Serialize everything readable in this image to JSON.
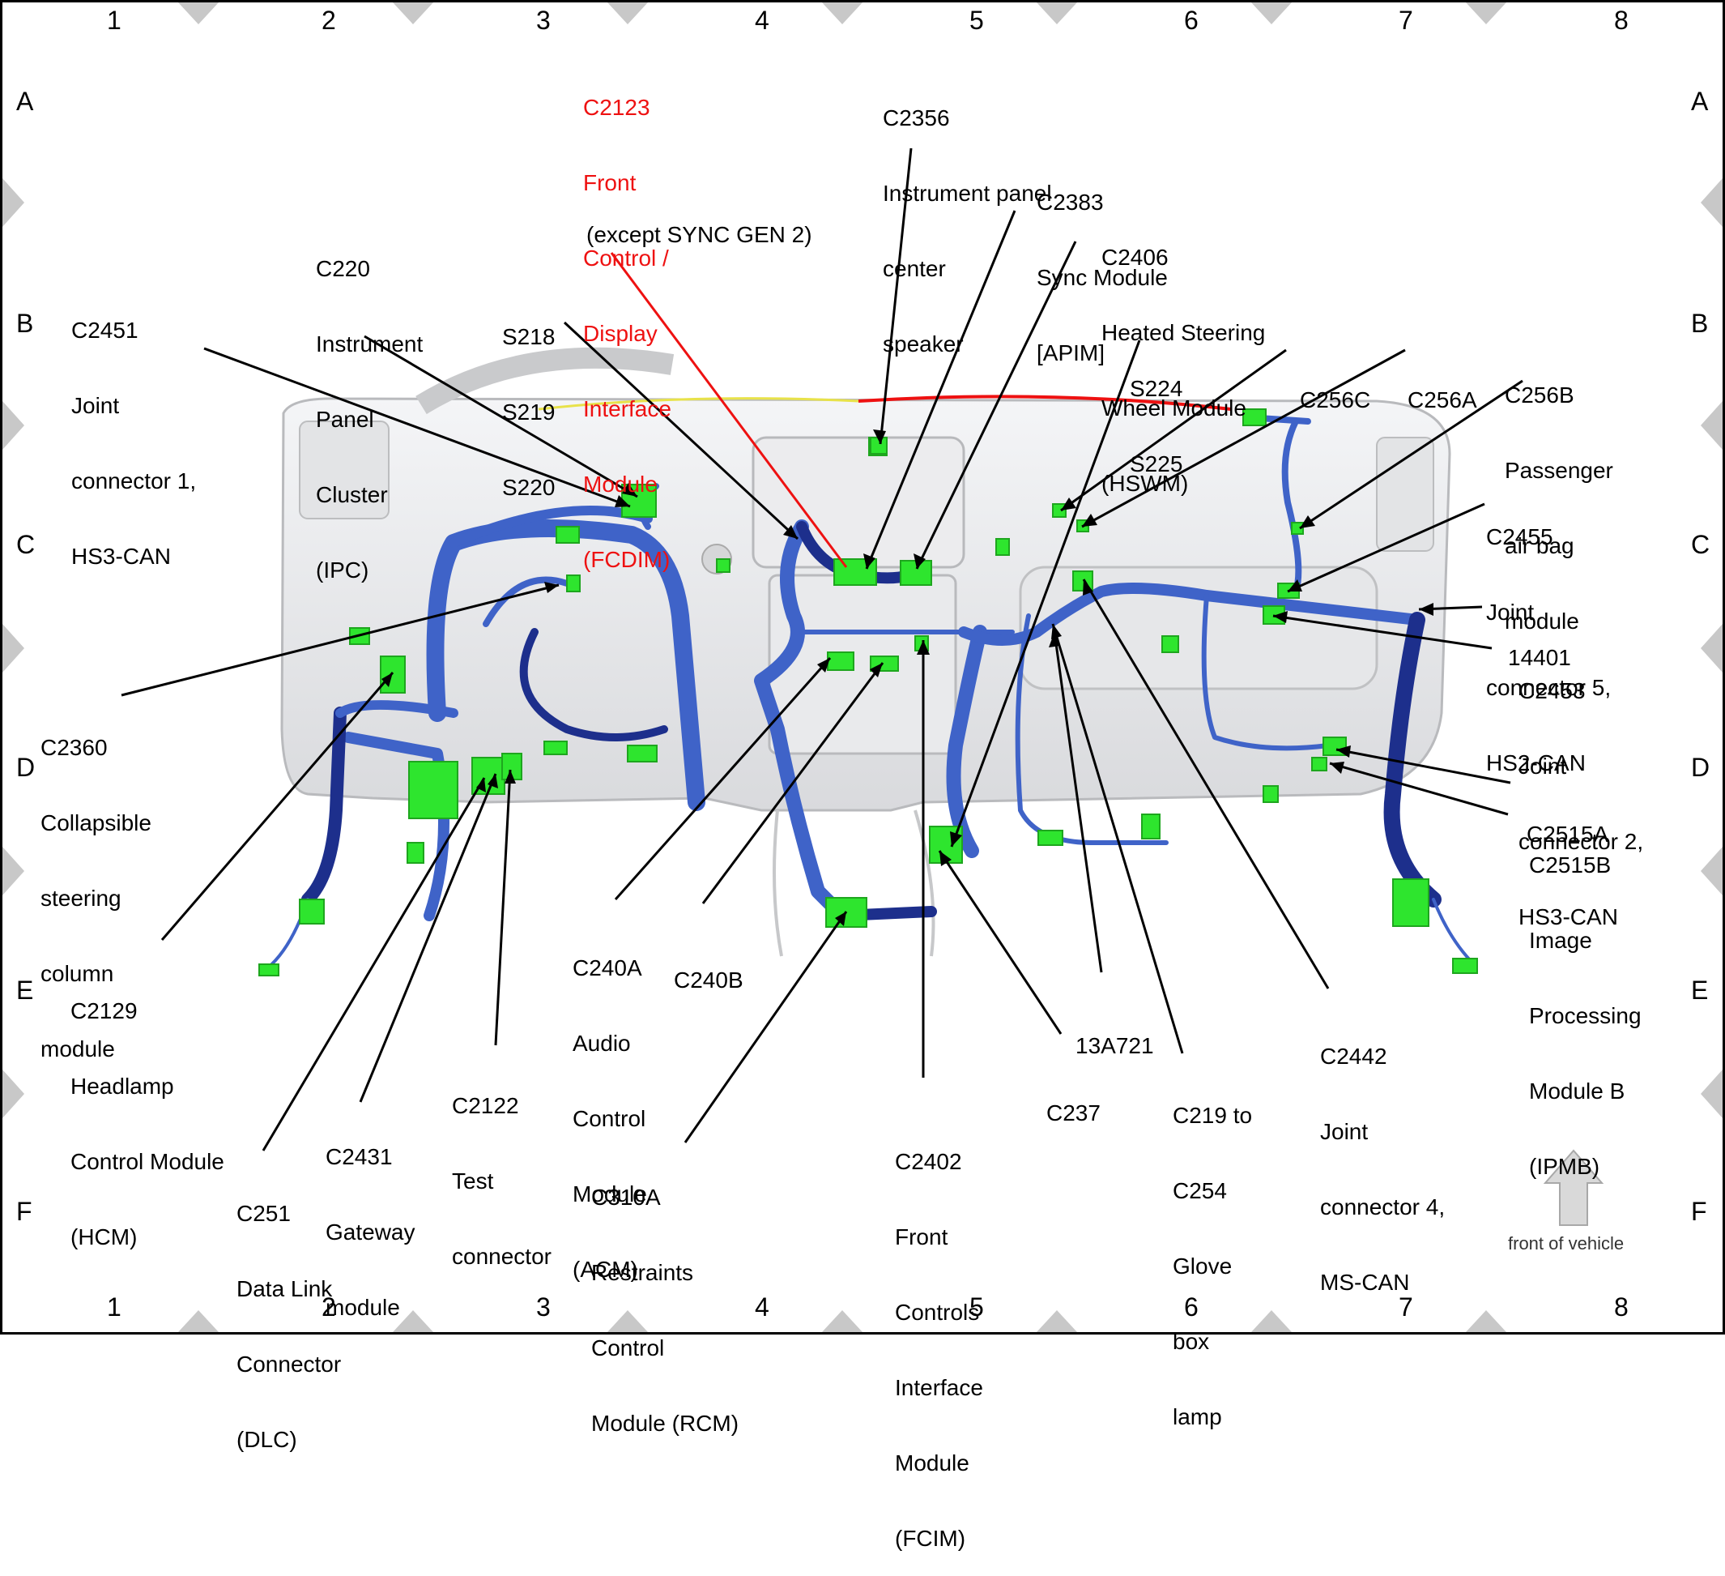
{
  "grid": {
    "columns": [
      "1",
      "2",
      "3",
      "4",
      "5",
      "6",
      "7",
      "8"
    ],
    "rows": [
      "A",
      "B",
      "C",
      "D",
      "E",
      "F"
    ]
  },
  "colors": {
    "harness": "#3f63c8",
    "harness_dark": "#1d2f8c",
    "connector": "#2ee52e",
    "highlight": "#ee1111",
    "dash": "#e2e3e5"
  },
  "orientation": {
    "label": "front of vehicle",
    "icon": "up-arrow-icon"
  },
  "labels": [
    {
      "id": "c2123",
      "lines": [
        "C2123",
        "Front",
        "Control /",
        "Display",
        "Interface",
        "Module",
        "(FCDIM)"
      ],
      "note": "(except SYNC GEN 2)",
      "highlight": true
    },
    {
      "id": "c2356",
      "lines": [
        "C2356",
        "Instrument panel",
        "center",
        "speaker"
      ]
    },
    {
      "id": "c2383",
      "lines": [
        "C2383",
        "Sync Module",
        "[APIM]"
      ]
    },
    {
      "id": "c2406",
      "lines": [
        "C2406",
        "Heated Steering",
        "Wheel Module",
        "(HSWM)"
      ]
    },
    {
      "id": "c220",
      "lines": [
        "C220",
        "Instrument",
        "Panel",
        "Cluster",
        "(IPC)"
      ]
    },
    {
      "id": "c2451",
      "lines": [
        "C2451",
        "Joint",
        "connector 1,",
        "HS3-CAN"
      ]
    },
    {
      "id": "s218",
      "lines": [
        "S218",
        "S219",
        "S220"
      ]
    },
    {
      "id": "s224",
      "lines": [
        "S224",
        "S225"
      ]
    },
    {
      "id": "c256c",
      "lines": [
        "C256C"
      ]
    },
    {
      "id": "c256a",
      "lines": [
        "C256A"
      ]
    },
    {
      "id": "c256b",
      "lines": [
        "C256B",
        "Passenger",
        "air bag",
        "module"
      ]
    },
    {
      "id": "c2455",
      "lines": [
        "C2455",
        "Joint",
        "connector 5,",
        "HS2-CAN"
      ]
    },
    {
      "id": "p14401",
      "lines": [
        "14401"
      ]
    },
    {
      "id": "c2453",
      "lines": [
        "C2453",
        "Joint",
        "connector 2,",
        "HS3-CAN"
      ]
    },
    {
      "id": "c2360",
      "lines": [
        "C2360",
        "Collapsible",
        "steering",
        "column",
        "module"
      ]
    },
    {
      "id": "c2515a",
      "lines": [
        "C2515A"
      ]
    },
    {
      "id": "c2515b",
      "lines": [
        "C2515B",
        "Image",
        "Processing",
        "Module B",
        "(IPMB)"
      ]
    },
    {
      "id": "c2129",
      "lines": [
        "C2129",
        "Headlamp",
        "Control Module",
        "(HCM)"
      ]
    },
    {
      "id": "c240a",
      "lines": [
        "C240A",
        "Audio",
        "Control",
        "Module",
        "(ACM)"
      ]
    },
    {
      "id": "c240b",
      "lines": [
        "C240B"
      ]
    },
    {
      "id": "c13a721",
      "lines": [
        "13A721"
      ]
    },
    {
      "id": "c2442",
      "lines": [
        "C2442",
        "Joint",
        "connector 4,",
        "MS-CAN"
      ]
    },
    {
      "id": "c2122",
      "lines": [
        "C2122",
        "Test",
        "connector"
      ]
    },
    {
      "id": "c237",
      "lines": [
        "C237"
      ]
    },
    {
      "id": "c219",
      "lines": [
        "C219 to",
        "C254",
        "Glove",
        "box",
        "lamp"
      ]
    },
    {
      "id": "c2431",
      "lines": [
        "C2431",
        "Gateway",
        "module"
      ]
    },
    {
      "id": "c310a",
      "lines": [
        "C310A",
        "Restraints",
        "Control",
        "Module (RCM)"
      ]
    },
    {
      "id": "c2402",
      "lines": [
        "C2402",
        "Front",
        "Controls",
        "Interface",
        "Module",
        "(FCIM)"
      ]
    },
    {
      "id": "c251",
      "lines": [
        "C251",
        "Data Link",
        "Connector",
        "(DLC)"
      ]
    }
  ]
}
